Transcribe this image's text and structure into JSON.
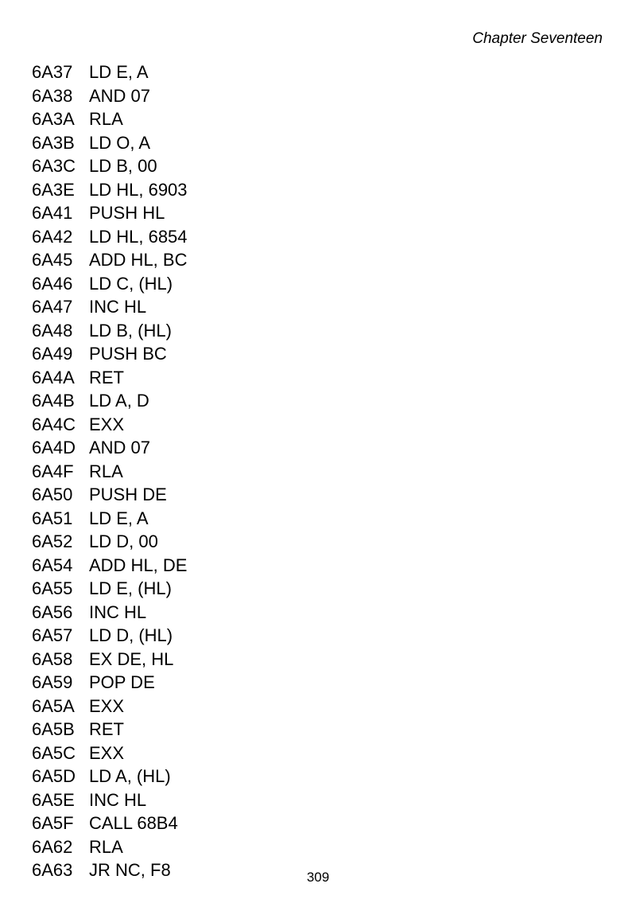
{
  "header": "Chapter Seventeen",
  "listing": [
    {
      "addr": "6A37",
      "instr": "LD E, A"
    },
    {
      "addr": "6A38",
      "instr": "AND 07"
    },
    {
      "addr": "6A3A",
      "instr": "RLA"
    },
    {
      "addr": "6A3B",
      "instr": "LD O, A"
    },
    {
      "addr": "6A3C",
      "instr": "LD B, 00"
    },
    {
      "addr": "6A3E",
      "instr": "LD HL, 6903"
    },
    {
      "addr": "6A41",
      "instr": "PUSH HL"
    },
    {
      "addr": "6A42",
      "instr": "LD HL, 6854"
    },
    {
      "addr": "6A45",
      "instr": "ADD HL, BC"
    },
    {
      "addr": "6A46",
      "instr": "LD C, (HL)"
    },
    {
      "addr": "6A47",
      "instr": "INC HL"
    },
    {
      "addr": "6A48",
      "instr": "LD B, (HL)"
    },
    {
      "addr": "6A49",
      "instr": "PUSH BC"
    },
    {
      "addr": "6A4A",
      "instr": "RET"
    },
    {
      "addr": "6A4B",
      "instr": "LD A, D"
    },
    {
      "addr": "6A4C",
      "instr": "EXX"
    },
    {
      "addr": "6A4D",
      "instr": "AND 07"
    },
    {
      "addr": "6A4F",
      "instr": "RLA"
    },
    {
      "addr": "6A50",
      "instr": "PUSH DE"
    },
    {
      "addr": "6A51",
      "instr": "LD E, A"
    },
    {
      "addr": "6A52",
      "instr": "LD D, 00"
    },
    {
      "addr": "6A54",
      "instr": "ADD HL, DE"
    },
    {
      "addr": "6A55",
      "instr": "LD E, (HL)"
    },
    {
      "addr": "6A56",
      "instr": "INC HL"
    },
    {
      "addr": "6A57",
      "instr": "LD D, (HL)"
    },
    {
      "addr": "6A58",
      "instr": "EX DE, HL"
    },
    {
      "addr": "6A59",
      "instr": "POP DE"
    },
    {
      "addr": "6A5A",
      "instr": "EXX"
    },
    {
      "addr": "6A5B",
      "instr": "RET"
    },
    {
      "addr": "6A5C",
      "instr": "EXX"
    },
    {
      "addr": "6A5D",
      "instr": "LD A, (HL)"
    },
    {
      "addr": "6A5E",
      "instr": "INC HL"
    },
    {
      "addr": "6A5F",
      "instr": "CALL 68B4"
    },
    {
      "addr": "6A62",
      "instr": "RLA"
    },
    {
      "addr": "6A63",
      "instr": "JR NC, F8"
    }
  ],
  "page_number": "309"
}
